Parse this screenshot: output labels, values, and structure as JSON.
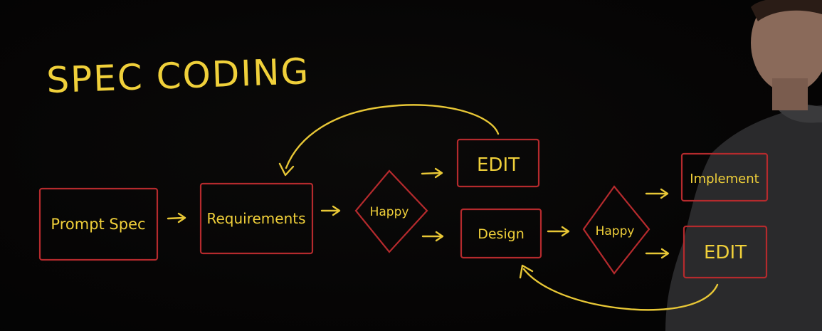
{
  "title": "SPEC CODING",
  "nodes": {
    "prompt_spec": "Prompt Spec",
    "requirements": "Requirements",
    "happy_1": "Happy",
    "edit_1": "EDIT",
    "design": "Design",
    "happy_2": "Happy",
    "implement": "Implement",
    "edit_2": "EDIT"
  },
  "colors": {
    "background": "#050404",
    "ink_yellow": "#e8c736",
    "ink_red": "#b52a2d"
  }
}
